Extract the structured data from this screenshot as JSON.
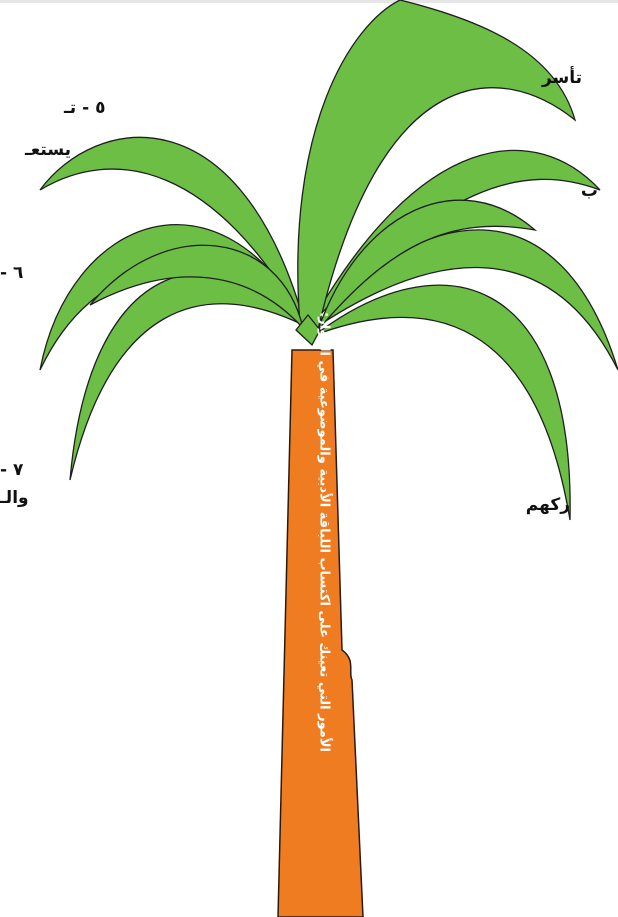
{
  "trunk_label": "الأمور التي تعينك على اكتساب اللباقة الأدبية والموضوعية في الحوار:",
  "left_edge": {
    "item5_number": "٥ - تـ",
    "item5_line2": "يستعـ",
    "item6_number": "٦ -",
    "item7_number": "٧ -",
    "item7_line2": "والـ"
  },
  "right_edge": {
    "line1": "تأسر",
    "line2": "ب",
    "line3": "ركهم"
  },
  "colors": {
    "leaf_fill": "#6cbe45",
    "leaf_stroke": "#1f1f1f",
    "trunk_fill": "#f07c21",
    "trunk_stroke": "#2a1a0e",
    "text": "#111111",
    "trunk_text": "#ffffff"
  }
}
